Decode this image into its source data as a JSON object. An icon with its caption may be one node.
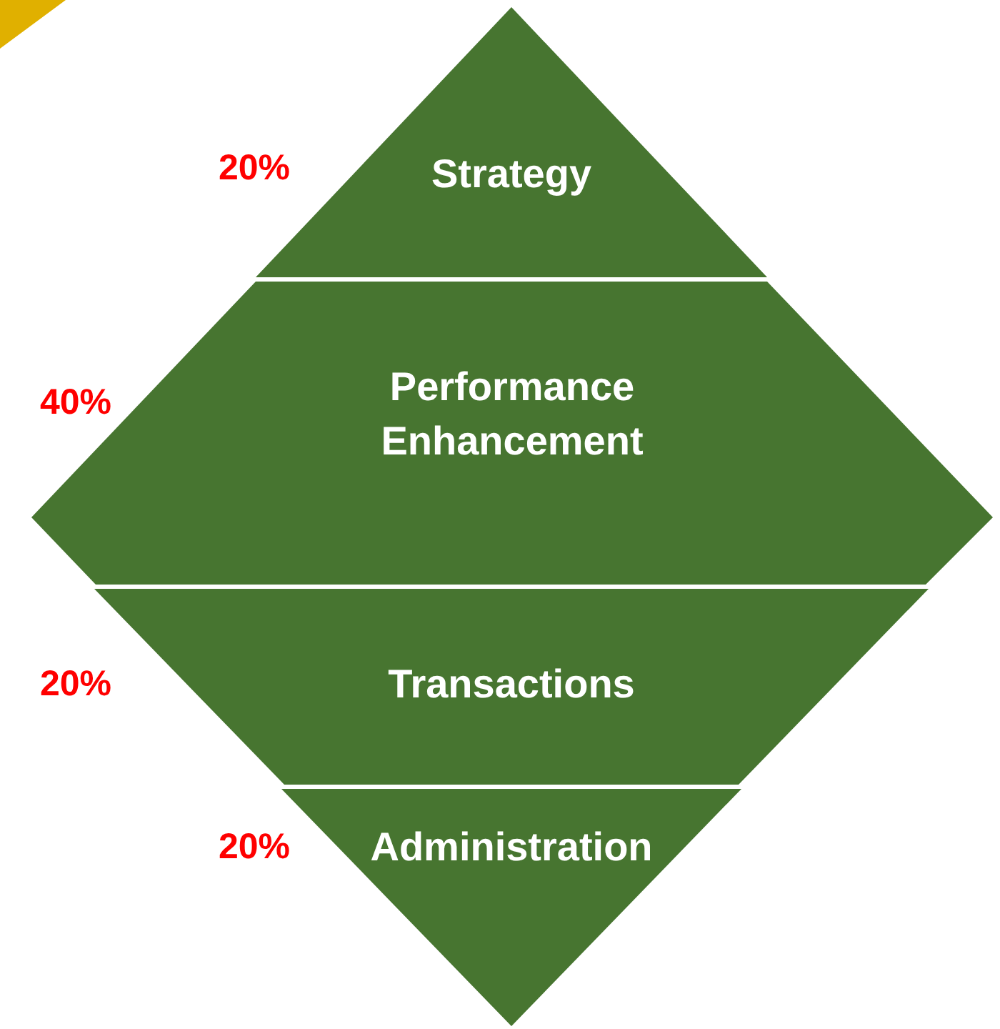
{
  "diagram": {
    "nodes": [
      {
        "text": [
          "Strategy"
        ],
        "beside": [
          "20%"
        ]
      },
      {
        "text": [
          "Performance Enhancement"
        ],
        "beside": [
          "40%"
        ]
      },
      {
        "text": [
          "Transactions"
        ],
        "beside": [
          "20%"
        ]
      },
      {
        "text": [
          "Administration"
        ],
        "beside": [
          "20%"
        ]
      }
    ]
  }
}
